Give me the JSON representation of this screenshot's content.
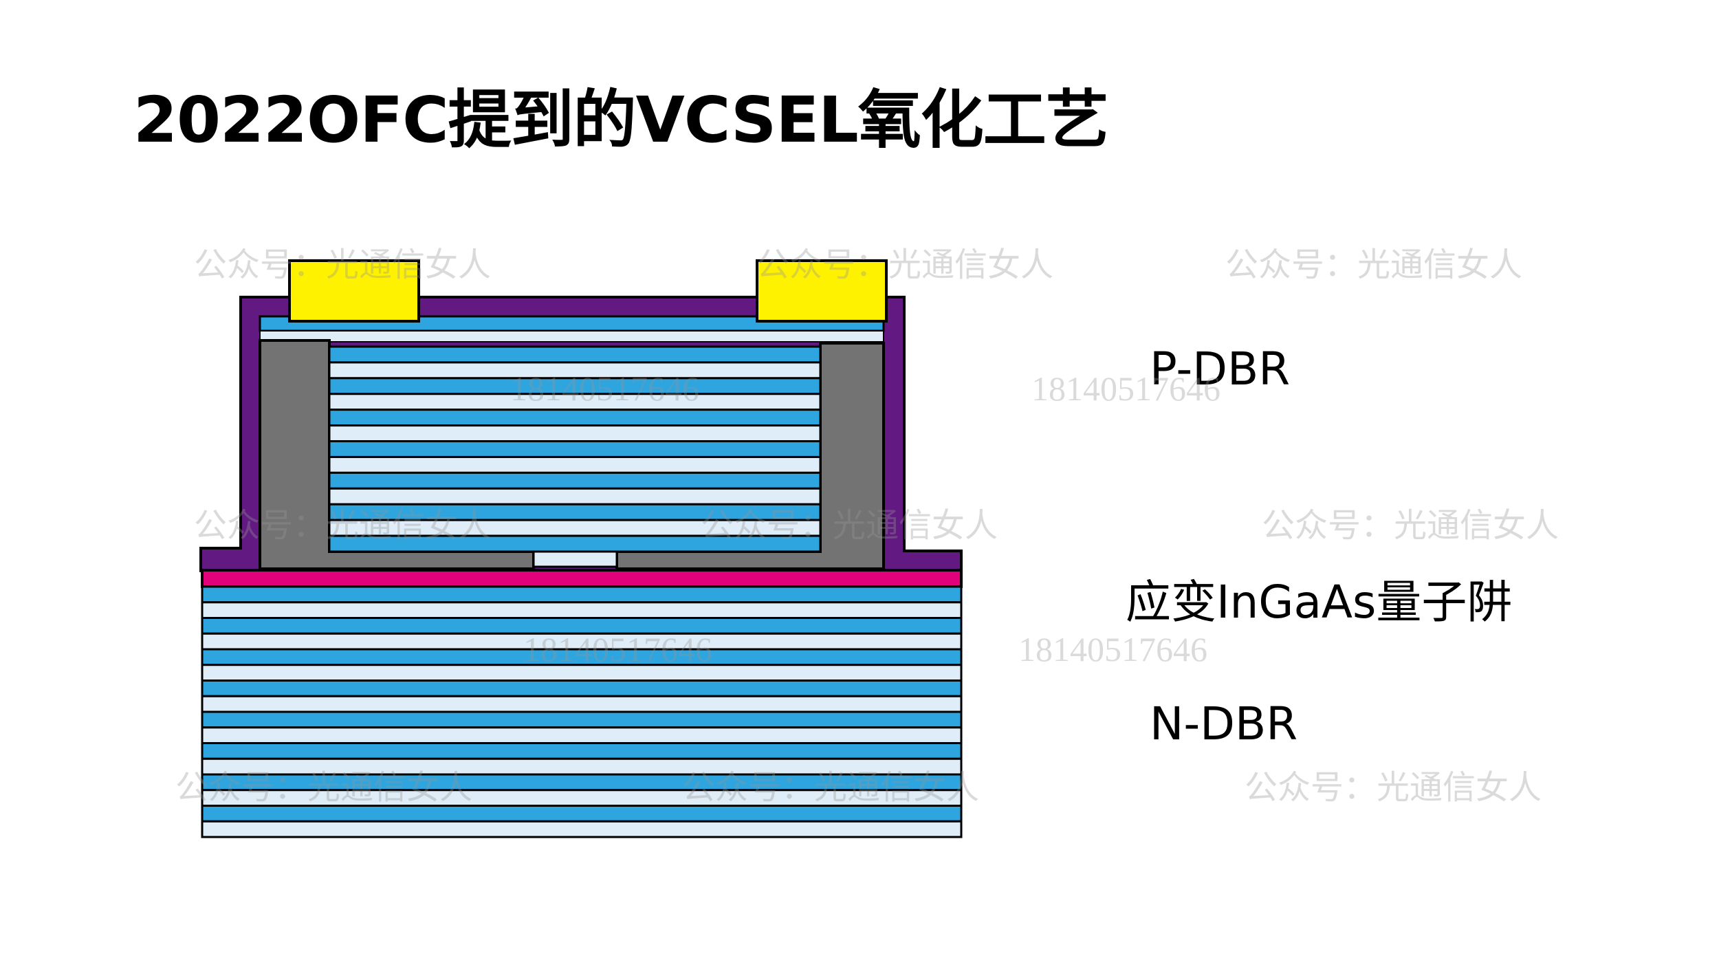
{
  "title": "2022OFC提到的VCSEL氧化工艺",
  "labels": {
    "p_dbr": "P-DBR",
    "quantum_well": "应变InGaAs量子阱",
    "n_dbr": "N-DBR"
  },
  "watermarks": {
    "account": "公众号：光通信女人",
    "phone": "18140517646"
  },
  "diagram": {
    "p_dbr_inner_layers": 13,
    "n_dbr_layers": 16,
    "colors": {
      "contact": "#FFF200",
      "passivation": "#621A82",
      "oxide": "#737373",
      "dbr_dark": "#2EA5DF",
      "dbr_light": "#DFEDF8",
      "quantum_well": "#E3007B",
      "outline": "#000000"
    }
  }
}
